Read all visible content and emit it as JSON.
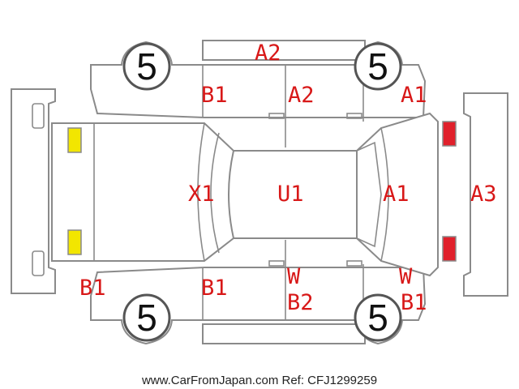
{
  "colors": {
    "code_text": "#d81818",
    "outline": "#8a8a8a",
    "headlight_marker": "#f2e600",
    "taillight_marker": "#e0202b"
  },
  "tyres": {
    "front_left": "5",
    "front_right": "5",
    "rear_left": "5",
    "rear_right": "5"
  },
  "damage_codes": {
    "roof_top_panel": "A2",
    "front_left_fender": "B1",
    "front_left_door": "A2",
    "rear_left_quarter": "A1",
    "windshield_area": "X1",
    "roof": "U1",
    "rear_glass_area": "A1",
    "rear_bumper": "A3",
    "front_bumper_right": "B1",
    "front_right_fender": "B1",
    "front_right_door_w": "W",
    "front_right_door_b": "B2",
    "rear_right_quarter_w": "W",
    "rear_right_quarter_b": "B1"
  },
  "markers": {
    "headlight_icon": "headlight-marker",
    "taillight_icon": "taillight-marker"
  },
  "footer": {
    "watermark": "www.CarFromJapan.com Ref: CFJ1299259"
  }
}
